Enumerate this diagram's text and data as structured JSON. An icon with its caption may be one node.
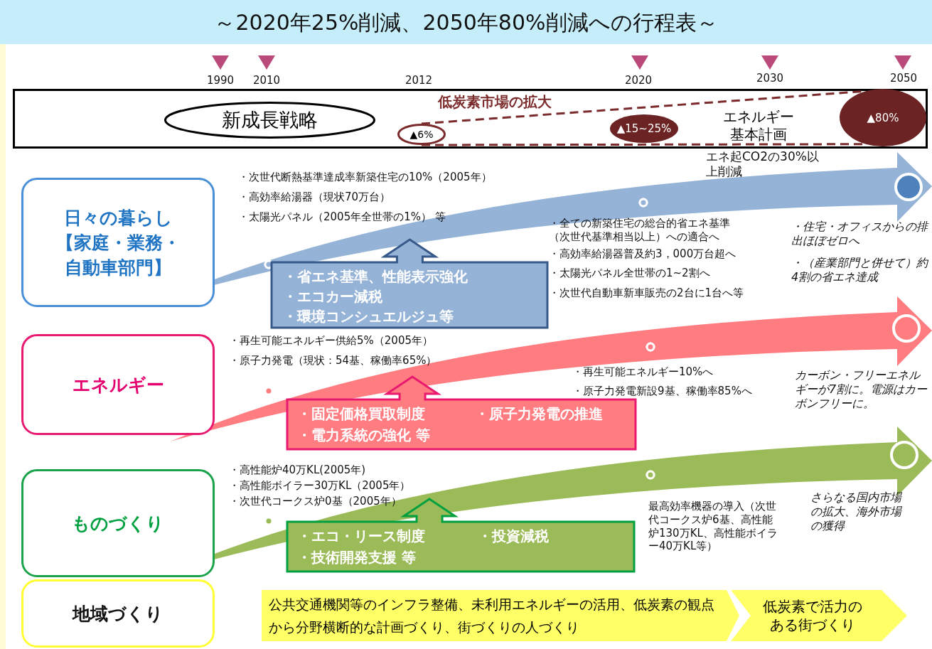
{
  "diagram": {
    "title": "～2020年25%削減、2050年80%削減への行程表～",
    "nodes": [
      {
        "text": [
          "エネルギー基本計画"
        ]
      },
      {
        "text": [
          "新成長戦略"
        ],
        "in": 0
      },
      {
        "text": [
          "▲6%"
        ],
        "in": 0
      },
      {
        "text": [
          "▲15~25%"
        ],
        "in": 0
      },
      {
        "text": [
          "▲80%"
        ],
        "in": 0
      },
      {
        "text": [
          "日々の暮らし【家庭・業務・自動車部門】"
        ]
      },
      {
        "text": [
          "・省エネ基準、性能表示強化",
          "・エコカー減税",
          "・環境コンシュエルジュ等"
        ]
      },
      {
        "text": [
          "エネルギー"
        ]
      },
      {
        "text": [
          "・固定価格買取制度",
          "・原子力発電の推進",
          "・電力系統の強化 等"
        ]
      },
      {
        "text": [
          "ものづくり"
        ]
      },
      {
        "text": [
          "・エコ・リース制度",
          "・投資減税",
          "・技術開発支援 等"
        ]
      },
      {
        "text": [
          "地域づくり"
        ]
      },
      {
        "text": [
          "公共交通機関等のインフラ整備、未利用エネルギーの活用、低炭素の観点から分野横断的な計画づくり、街づくりの人づくり"
        ]
      },
      {
        "text": [
          "低炭素で活力のある街づくり"
        ]
      }
    ],
    "edges": [
      {
        "from": 2,
        "to": 4,
        "arrow": "none",
        "label": "低炭素市場の拡大",
        "style": "dashed",
        "color": "#7b2b2b"
      },
      {
        "from": 2,
        "to": 4,
        "arrow": "none",
        "style": "dashed",
        "color": "#7b2b2b"
      }
    ],
    "labels": [
      "1990",
      "2010",
      "2012",
      "2020",
      "2030",
      "2050",
      "エネ起CO2の30%以上削減",
      "・次世代断熱基準達成率新築住宅の10%（2005年）",
      "・高効率給湯器（現状70万台）",
      "・太陽光パネル（2005年全世帯の1%） 等",
      "・全ての新築住宅の総合的省エネ基準（次世代基準相当以上）への適合へ",
      "・高効率給湯器普及約3，000万台超へ",
      "・太陽光パネル全世帯の1~2割へ",
      "・次世代自動車新車販売の2台に1台へ等",
      "・住宅・オフィスからの排出ほぼゼロへ",
      "・（産業部門と併せて）約4割の省エネ達成",
      "・再生可能エネルギー供給5%（2005年）",
      "・原子力発電（現状：54基、稼働率65%）",
      "・再生可能エネルギー10%へ",
      "・原子力発電新設9基、稼働率85%へ",
      "カーボン・フリーエネルギーが7割に。電源はカーボンフリーに。",
      "・高性能炉40万KL(2005年)",
      "・高性能ボイラー30万KL（2005年）",
      "・次世代コークス炉0基（2005年）",
      "最高効率機器の導入（次世代コークス炉6基、高性能炉130万KL、高性能ボイラー40万KL等）",
      "さらなる国内市場の拡大、海外市場の獲得"
    ]
  }
}
